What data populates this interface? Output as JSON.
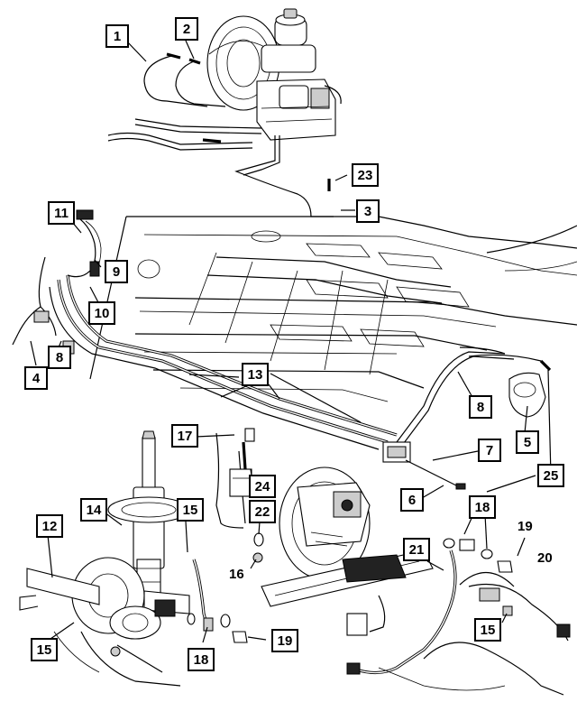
{
  "labels": {
    "c1": "1",
    "c2": "2",
    "c3": "3",
    "c4": "4",
    "c5": "5",
    "c6": "6",
    "c7": "7",
    "c8a": "8",
    "c8b": "8",
    "c9": "9",
    "c10": "10",
    "c11": "11",
    "c12": "12",
    "c13": "13",
    "c14": "14",
    "c15a": "15",
    "c15b": "15",
    "c15c": "15",
    "c16": "16",
    "c17": "17",
    "c18a": "18",
    "c18b": "18",
    "c19a": "19",
    "c19b": "19",
    "c20": "20",
    "c21": "21",
    "c22": "22",
    "c23": "23",
    "c24": "24",
    "c25": "25"
  }
}
